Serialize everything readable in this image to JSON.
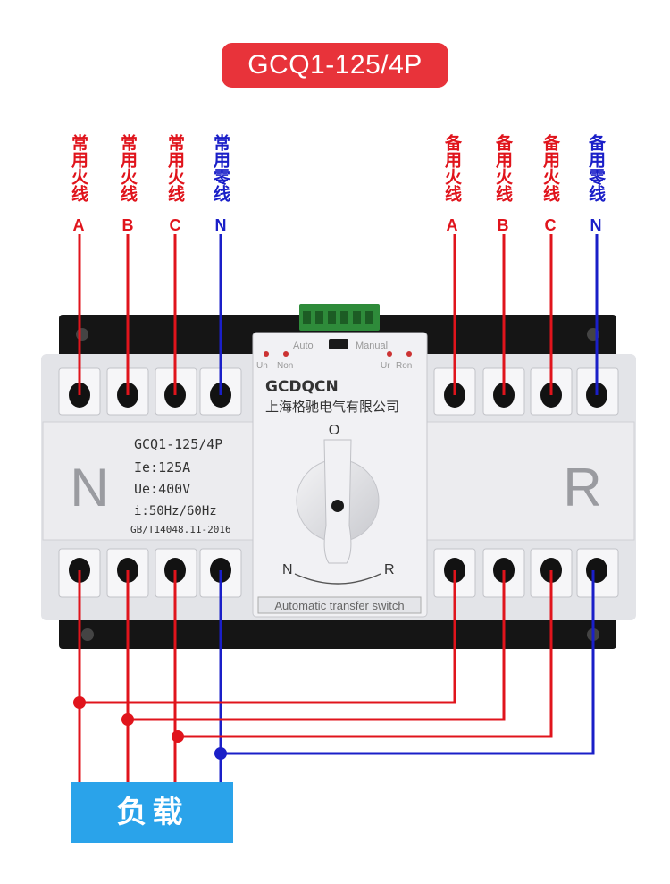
{
  "title": "GCQ1-125/4P",
  "primary_labels": [
    {
      "text": "常用火线",
      "tag": "A",
      "color": "red"
    },
    {
      "text": "常用火线",
      "tag": "B",
      "color": "red"
    },
    {
      "text": "常用火线",
      "tag": "C",
      "color": "red"
    },
    {
      "text": "常用零线",
      "tag": "N",
      "color": "blue"
    }
  ],
  "backup_labels": [
    {
      "text": "备用火线",
      "tag": "A",
      "color": "red"
    },
    {
      "text": "备用火线",
      "tag": "B",
      "color": "red"
    },
    {
      "text": "备用火线",
      "tag": "C",
      "color": "red"
    },
    {
      "text": "备用零线",
      "tag": "N",
      "color": "blue"
    }
  ],
  "device": {
    "left_letter": "N",
    "right_letter": "R",
    "model": "GCQ1-125/4P",
    "spec_ie": "Ie:125A",
    "spec_ue": "Ue:400V",
    "spec_freq": "i:50Hz/60Hz",
    "spec_std": "GB/T14048.11-2016",
    "brand": "GCDQCN",
    "company": "上海格驰电气有限公司",
    "mode_auto": "Auto",
    "mode_manual": "Manual",
    "ind_un": "Un",
    "ind_non": "Non",
    "ind_ur": "Ur",
    "ind_ron": "Ron",
    "knob_o": "O",
    "knob_n": "N",
    "knob_r": "R",
    "footer": "Automatic transfer switch"
  },
  "load_label": "负载",
  "colors": {
    "phase": "#e0141c",
    "neutral": "#1a1fc8",
    "title_bg": "#e8333a",
    "load_bg": "#2aa3ea"
  }
}
